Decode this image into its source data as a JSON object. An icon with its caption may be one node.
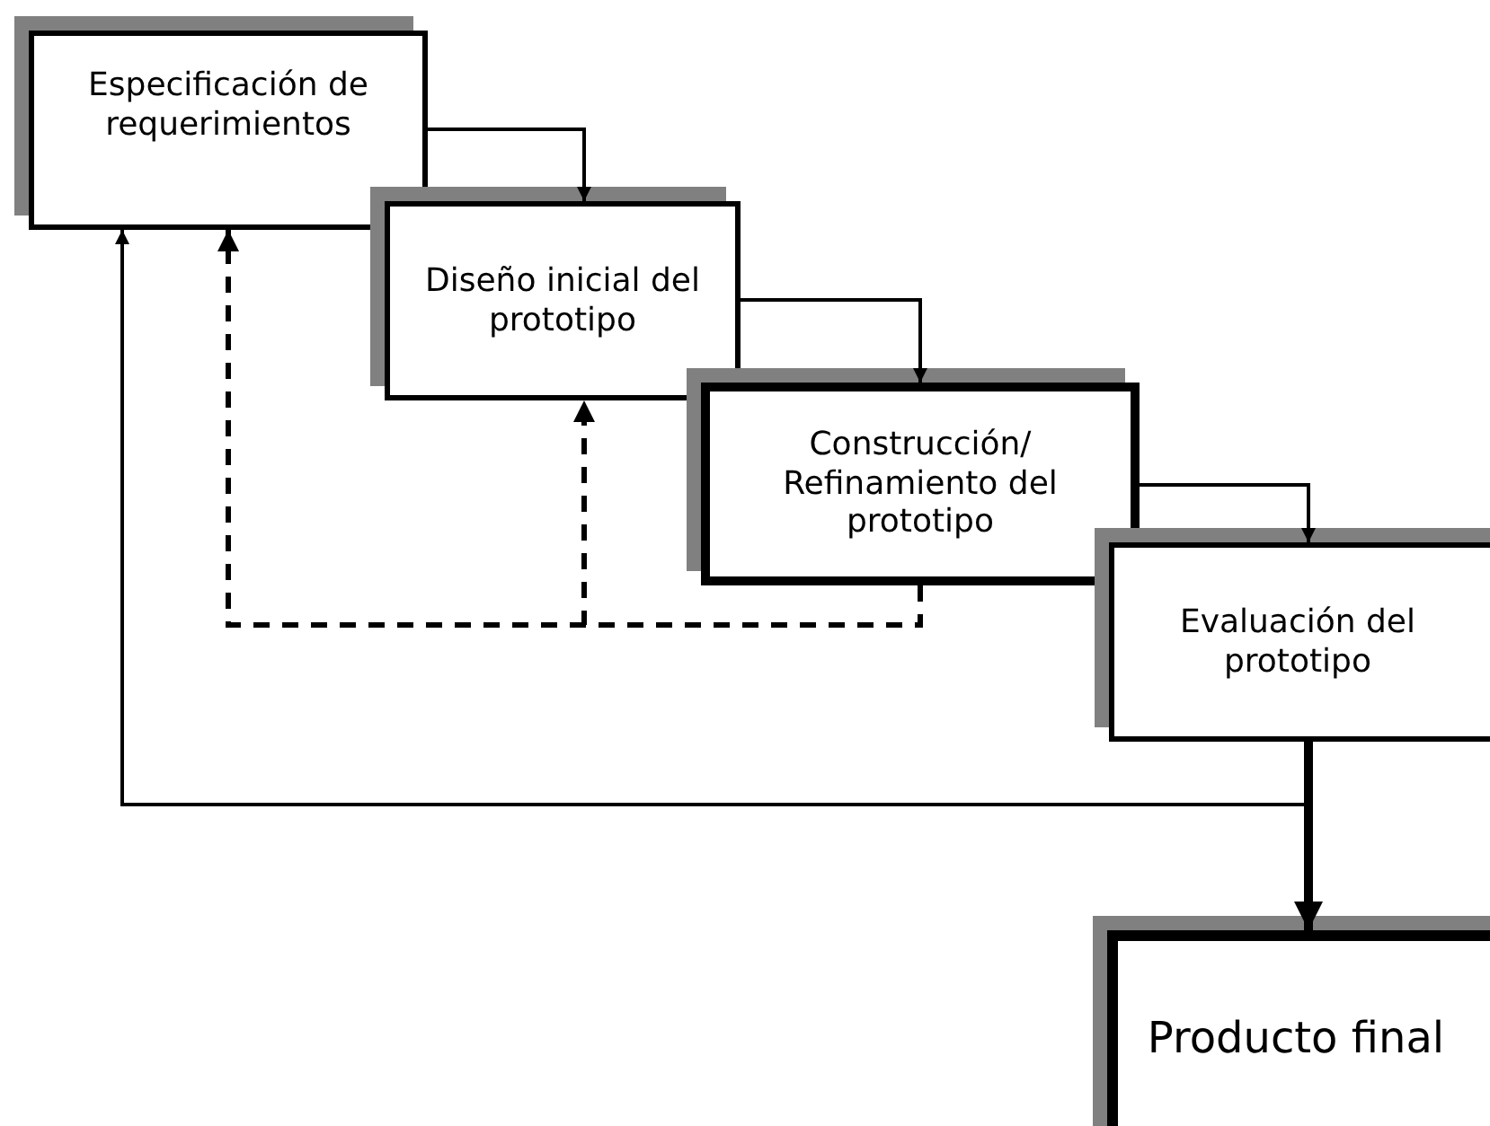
{
  "diagram": {
    "nodes": [
      {
        "text": [
          "Especificación de requerimientos"
        ]
      },
      {
        "text": [
          "Diseño inicial del prototipo"
        ]
      },
      {
        "text": [
          "Construcción/ Refinamiento del prototipo"
        ]
      },
      {
        "text": [
          "Evaluación del prototipo"
        ]
      },
      {
        "text": [
          "Producto final"
        ]
      }
    ],
    "edges": [
      {
        "from": 0,
        "to": 1,
        "arrow": "to"
      },
      {
        "from": 1,
        "to": 2,
        "arrow": "to"
      },
      {
        "from": 2,
        "to": 3,
        "arrow": "to"
      },
      {
        "from": 3,
        "to": 4,
        "arrow": "to",
        "style": "thick"
      },
      {
        "from": 3,
        "to": 0,
        "arrow": "to"
      },
      {
        "from": 2,
        "to": 0,
        "arrow": "to",
        "style": "dashed"
      },
      {
        "from": 2,
        "to": 1,
        "arrow": "to",
        "style": "dashed"
      }
    ]
  }
}
